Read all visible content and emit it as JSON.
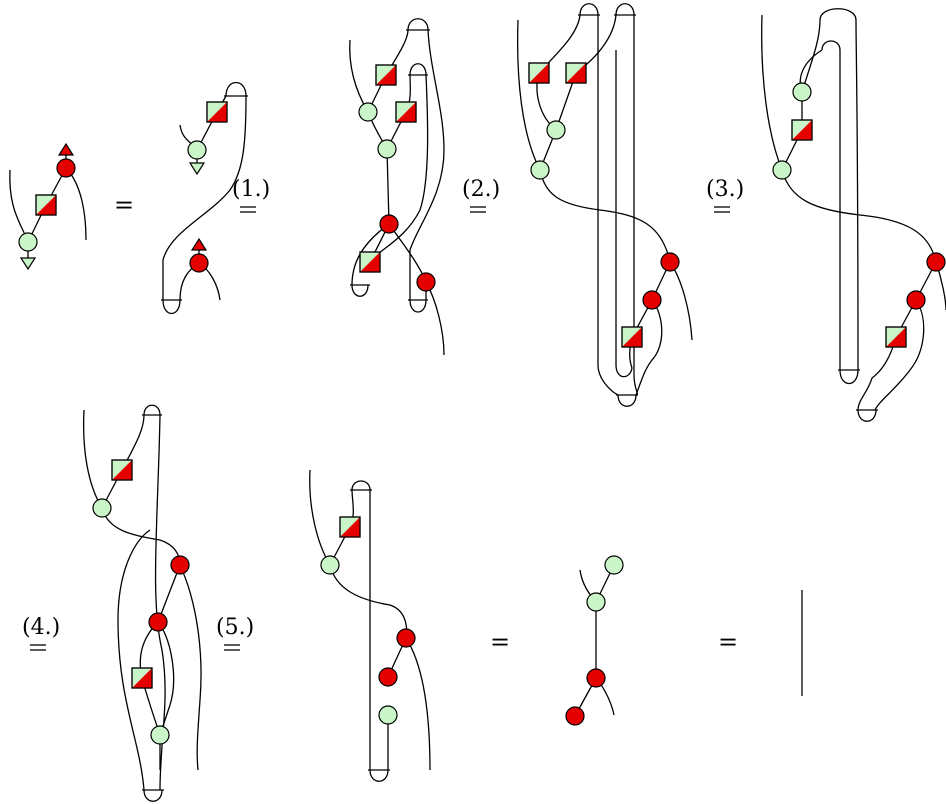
{
  "equals": "=",
  "step_labels": [
    "(1.)",
    "(2.)",
    "(3.)",
    "(4.)",
    "(5.)"
  ],
  "colors": {
    "green_node": "#c9f5c9",
    "red_node": "#e50000",
    "wire": "#000000",
    "background": "#ffffff"
  },
  "node_kinds": [
    "green-spider",
    "red-spider",
    "hadamard-box",
    "green-effect-triangle",
    "red-state-triangle"
  ]
}
